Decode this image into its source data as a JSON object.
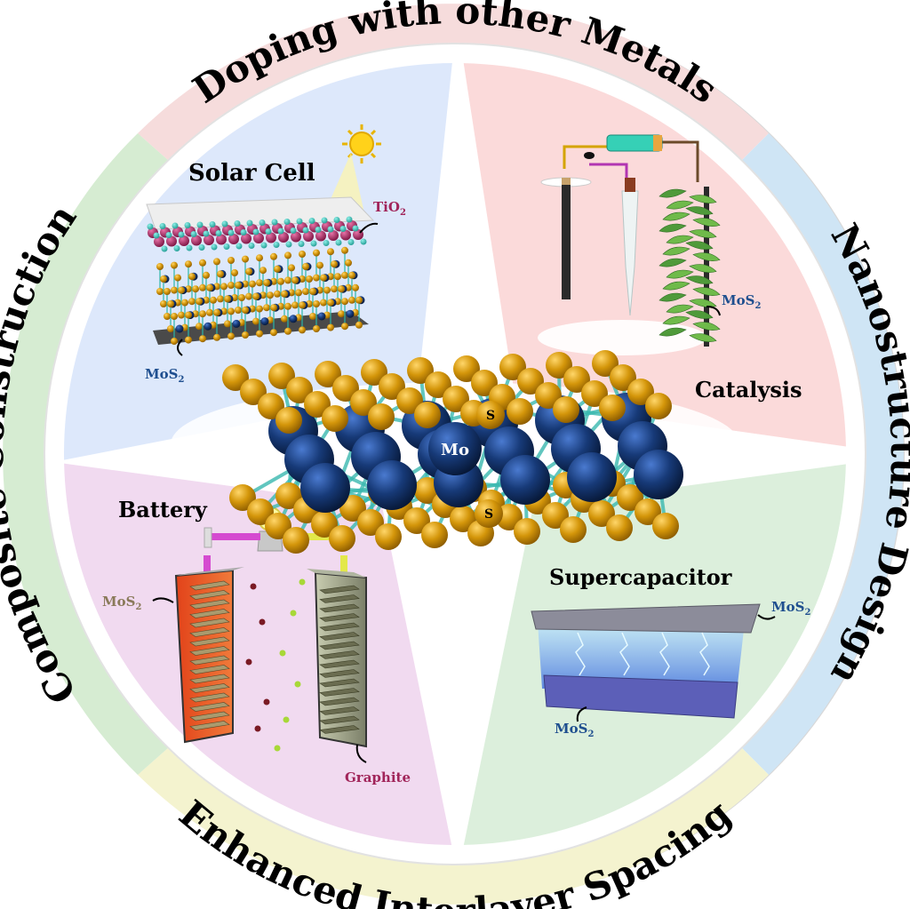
{
  "ring": {
    "top": "Doping with  other Metals",
    "right": "Nanostructure Design",
    "bottom": "Enhanced Interlayer Spacing",
    "left": "Composite Construction"
  },
  "quadrants": {
    "solar": {
      "title": "Solar Cell",
      "tio2_main": "TiO",
      "tio2_sub": "2",
      "mos2_main": "MoS",
      "mos2_sub": "2"
    },
    "catalysis": {
      "title": "Catalysis",
      "mos2_main": "MoS",
      "mos2_sub": "2"
    },
    "battery": {
      "title": "Battery",
      "mos2_main": "MoS",
      "mos2_sub": "2",
      "graphite": "Graphite"
    },
    "supercap": {
      "title": "Supercapacitor",
      "mos2_top_main": "MoS",
      "mos2_top_sub": "2",
      "mos2_bot_main": "MoS",
      "mos2_bot_sub": "2"
    }
  },
  "center": {
    "mo_label": "Mo",
    "s_label_1": "S",
    "s_label_2": "S"
  },
  "colors": {
    "ring_top": "#f6dcdc",
    "ring_right": "#cfe5f5",
    "ring_bottom": "#f4f3cf",
    "ring_left": "#d6ecd2",
    "solar_bg": "#dde8fb",
    "catalysis_bg": "#fbdada",
    "battery_bg": "#f1daf0",
    "supercap_bg": "#dcefdc",
    "mo_atom": "#173a78",
    "s_atom": "#d4960a",
    "tio2_text": "#a1255a",
    "mos2_text": "#1f4f8f",
    "graphite_text": "#a1255a"
  }
}
